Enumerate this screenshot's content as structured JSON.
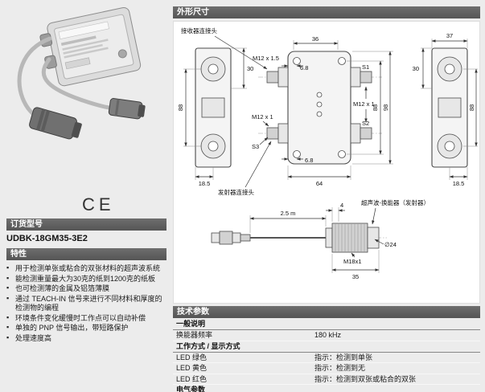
{
  "colors": {
    "section_bar": "#5f5f5f",
    "page_bg": "#ececec"
  },
  "left": {
    "ce_mark": "CE",
    "order_title": "订货型号",
    "model_number": "UDBK-18GM35-3E2",
    "features_title": "特性",
    "features": [
      "用于检测单张或粘合的双张材料的超声波系统",
      "能检测重量最大为30克的纸到1200克的纸板",
      "也可检测薄的金属及铝箔薄膜",
      "通过 TEACH-IN 信号来进行不同材料和厚度的检测物的编程",
      "环境条件变化缓慢时工作点可以自动补偿",
      "单独的 PNP 信号输出，带短路保护",
      "处理速度高"
    ]
  },
  "dims": {
    "title": "外形尺寸",
    "receiver_connector": "接收器连接头",
    "transmitter_connector": "发射器连接头",
    "transducer_label": "超声波-换能器（发射器）",
    "m12x15": "M12 x 1.5",
    "m12x1_left": "M12 x 1",
    "m12x1_right": "M12 x 1",
    "m18x1": "M18x1",
    "s1": "S1",
    "s2": "S2",
    "s3": "S3",
    "d36": "36",
    "d37": "37",
    "d30_left": "30",
    "d30_right": "30",
    "d88_left": "88",
    "d88_center": "88",
    "d88_right": "88",
    "d98": "98",
    "d64": "64",
    "d68_top": "6.8",
    "d68_bottom": "6.8",
    "d185_left": "18.5",
    "d185_right": "18.5",
    "cable_length": "2.5 m",
    "d4": "4",
    "d24": "∅24",
    "d35": "35"
  },
  "tech": {
    "title": "技术参数",
    "general_header": "一般说明",
    "mode_header": "工作方式 / 显示方式",
    "electrical_header": "电气参数",
    "rows": [
      {
        "label": "换能器频率",
        "value": "180 kHz"
      },
      {
        "label": "LED  绿色",
        "value": "指示：检测到单张"
      },
      {
        "label": "LED  黄色",
        "value": "指示：检测到无"
      },
      {
        "label": "LED  红色",
        "value": "指示：检测到双张或粘合的双张"
      }
    ]
  }
}
